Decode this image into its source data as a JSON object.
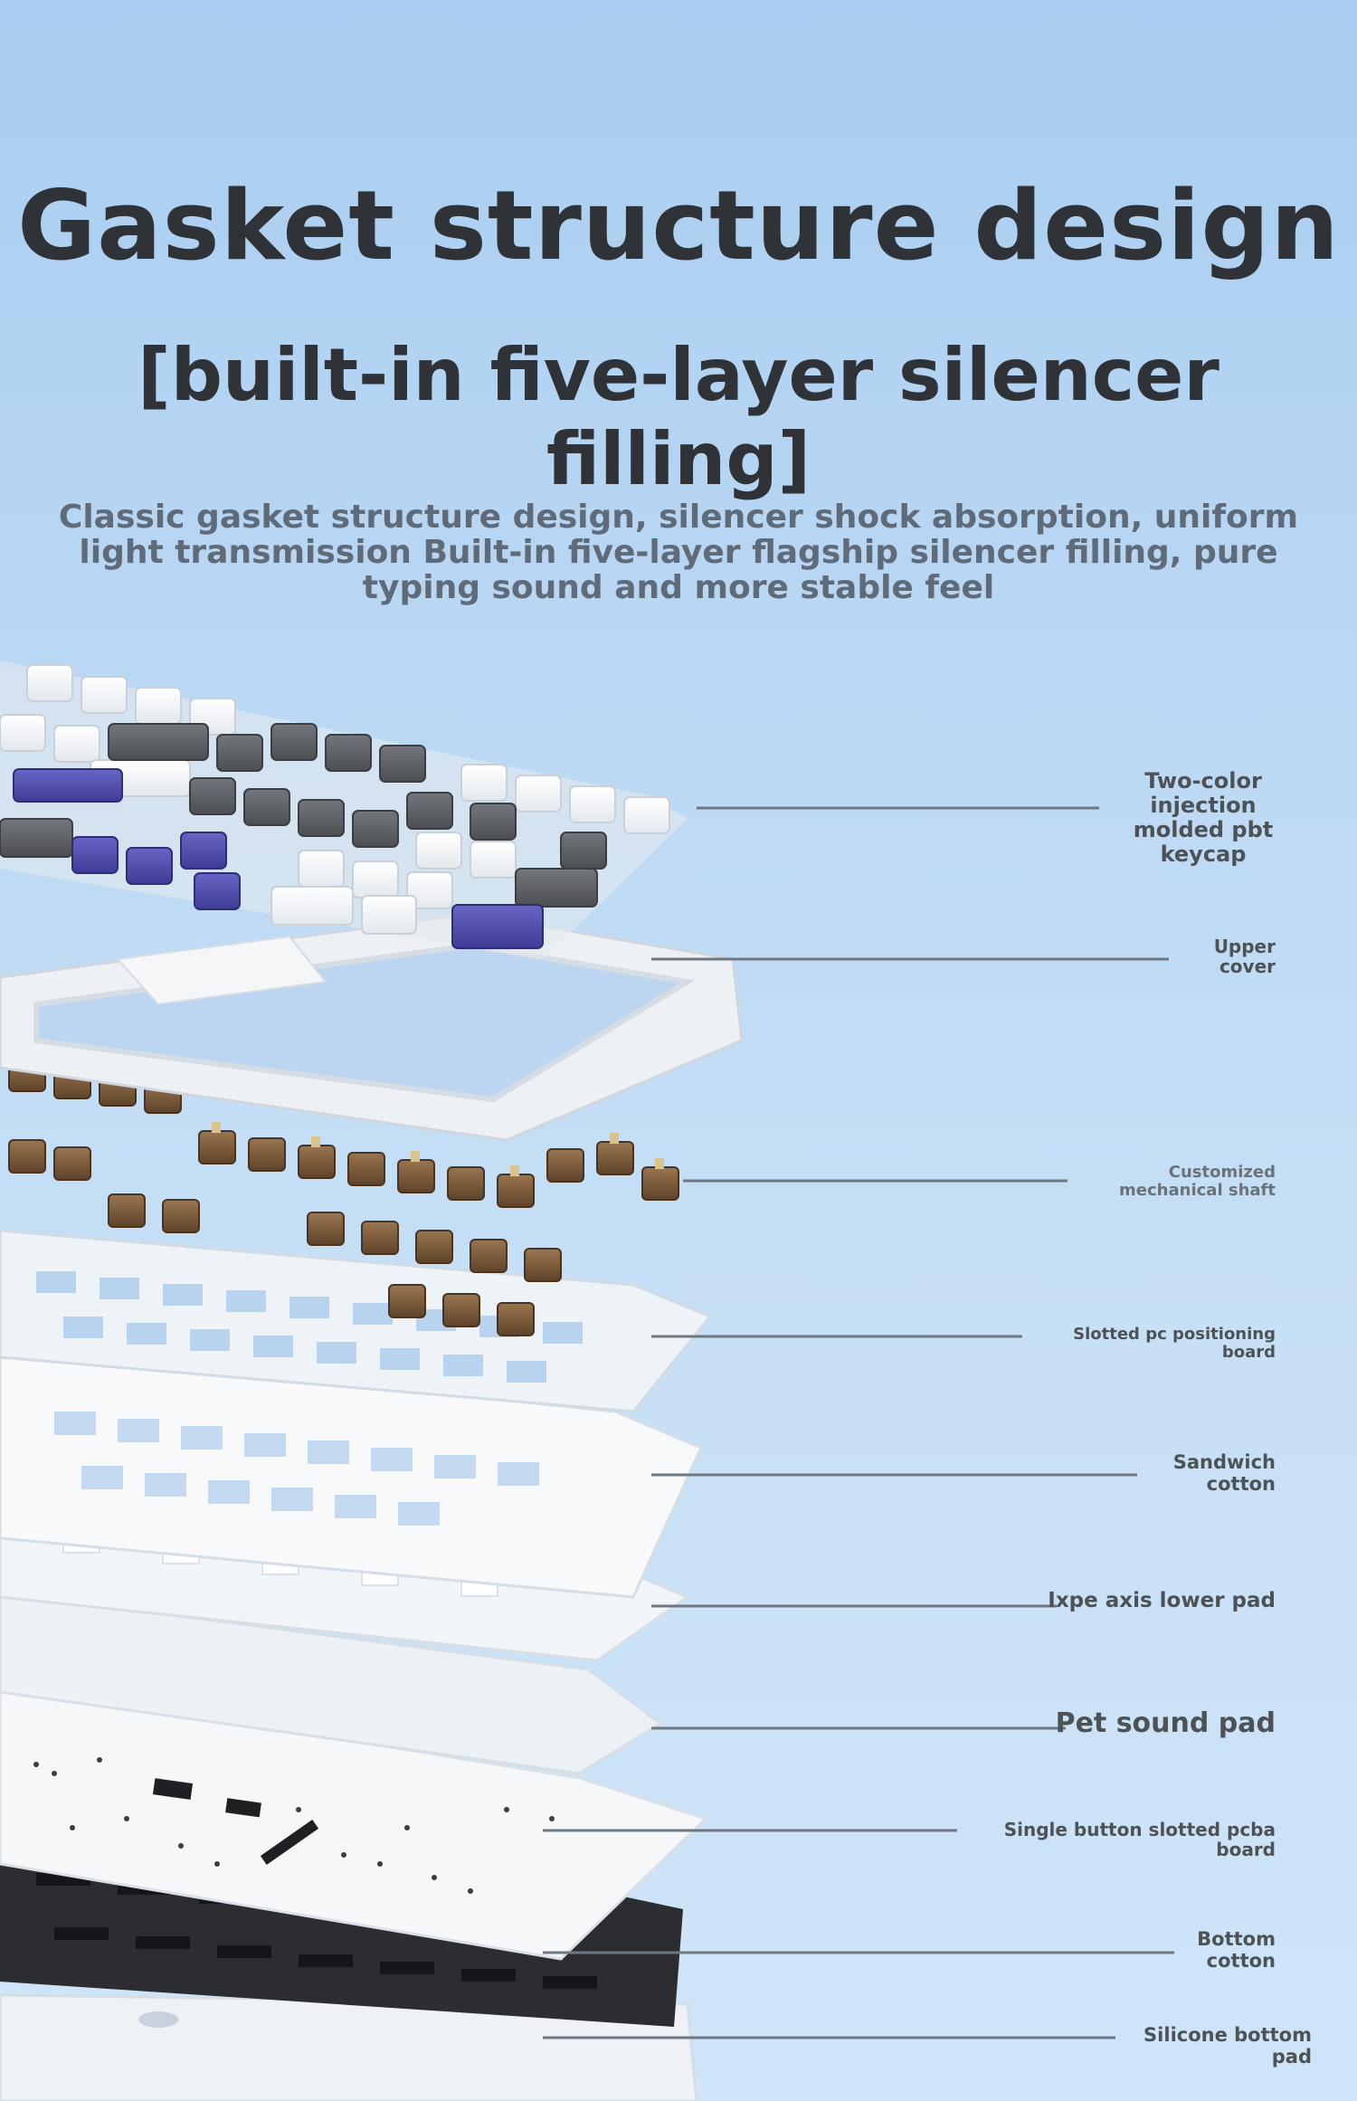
{
  "heading": {
    "title": "Gasket structure design",
    "subtitle": "[built-in five-layer silencer filling]",
    "description": "Classic gasket structure design, silencer shock absorption, uniform light transmission Built-in five-layer flagship silencer filling, pure typing sound and more stable feel"
  },
  "labels": {
    "keycap": "Two-color injection molded pbt keycap",
    "upper_cover": "Upper cover",
    "shaft": "Customized mechanical shaft",
    "pc_board": "Slotted pc positioning board",
    "sandwich": "Sandwich cotton",
    "ixpe": "Ixpe axis lower pad",
    "pet": "Pet sound pad",
    "pcba": "Single button slotted pcba board",
    "bottom_cotton": "Bottom cotton",
    "silicone": "Silicone bottom pad"
  },
  "colors": {
    "background_top": "#a9cdf0",
    "background_bottom": "#cfe5f8",
    "heading": "#2f3337",
    "description": "#5f6b78",
    "keycap_purple": "#4d4aa8",
    "keycap_grey": "#5b5d62",
    "switch_brown": "#7a5a3a",
    "pcb_white": "#f4f6f8",
    "bottom_cotton": "#2b2d31"
  }
}
